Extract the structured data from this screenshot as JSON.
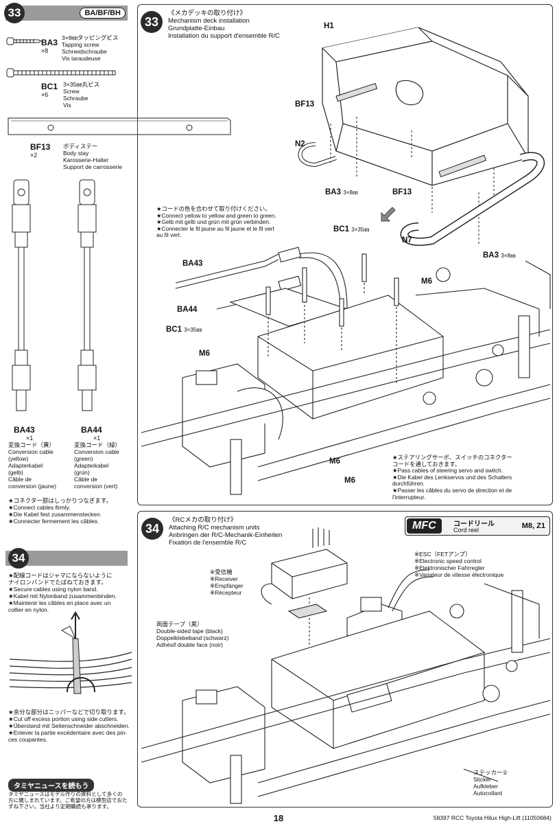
{
  "left": {
    "step33": {
      "number": "33",
      "chip": "BA/BF/BH"
    },
    "parts": [
      {
        "code": "BA3",
        "qty": "×8",
        "desc": "3×8㎜タッピングビス\nTapping screw\nSchneidschraube\nVis taraudeuse"
      },
      {
        "code": "BC1",
        "qty": "×6",
        "desc": "3×35㎜丸ビス\nScrew\nSchraube\nVis"
      },
      {
        "code": "BF13",
        "qty": "×2",
        "desc": "ボディステー\nBody stay\nKarosserie-Halter\nSupport de carrosserie"
      }
    ],
    "cables": [
      {
        "code": "BA43",
        "qty": "×1",
        "desc": "変換コード（黄）\nConversion cable\n(yellow)\nAdapterkabel\n(gelb)\nCâble de\nconversion (jaune)"
      },
      {
        "code": "BA44",
        "qty": "×1",
        "desc": "変換コード（緑）\nConversion cable\n(green)\nAdapterkabel\n(grün)\nCâble de\nconversion (vert)"
      }
    ],
    "connector_note": "★コネクター部はしっかりつなぎます。\n★Connect cables firmly.\n★Die Kabel fest zusammenstecken.\n★Connecter fermement les câbles.",
    "step34": {
      "number": "34"
    },
    "nylon_note": "★配線コードはジャマにならないように\nナイロンバンドでたばねておきます。\n★Secure cables using nylon band.\n★Kabel mit Nylonband zusammenbinden.\n★Maintenir les câbles en place avec un\ncollier en nylon.",
    "cut_note": "★余分な部分はニッパーなどで切り取ります。\n★Cut off excess portion using side cutters.\n★Überstand mit Seitenschneider abschneiden.\n★Enlever la partie excédentaire avec des pin-\nces coupantes.",
    "news": {
      "badge": "タミヤニュースを読もう",
      "text": "タミヤニュースはモデル作りの資料として多くの\n方に親しまれています。ご希望の方は模型店でおた\nずね下さい。当社より定期購読も承ります。"
    }
  },
  "step33": {
    "number": "33",
    "title": "《メカデッキの取り付け》\nMechanism deck installation\nGrundplatte-Einbau\nInstallation du support d'ensemble R/C",
    "labels": {
      "h1": "H1",
      "bf13_a": "BF13",
      "n2": "N2",
      "ba3_a": "BA3",
      "ba3_a_size": "3×8㎜",
      "bf13_b": "BF13",
      "n7": "N7",
      "ba3_b": "BA3",
      "ba3_b_size": "3×8㎜",
      "bc1_top": "BC1",
      "bc1_top_size": "3×35㎜",
      "ba43": "BA43",
      "ba44": "BA44",
      "bc1_left": "BC1",
      "bc1_left_size": "3×35㎜",
      "m6_a": "M6",
      "m6_b": "M6",
      "m6_c": "M6",
      "m6_d": "M6"
    },
    "color_note": "★コードの色を合わせて取り付けください。\n★Connect yellow to yellow and green to green.\n★Gelb mit gelb und grün mit grün verbinden.\n★Connecter le fil jaune au fil jaune et le fil vert\nau fil vert.",
    "servo_note": "★ステアリングサーボ、スイッチのコネクター\nコードを通しておきます。\n★Pass cables of steering servo and switch.\n★Die Kabel des Lenkservos und des Schalters\ndurchführen.\n★Passer les câbles du servo de direction et de\nl'interrupteur."
  },
  "step34": {
    "number": "34",
    "title": "《RCメカの取り付け》\nAttaching R/C mechanism units\nAnbringen der R/C-Mechanik-Einheiten\nFixation de l'ensemble R/C",
    "mfc": {
      "badge": "MFC",
      "jp": "コードリール",
      "en": "Cord reel",
      "parts": "M8, Z1"
    },
    "esc": "※ESC（FETアンプ）\n※Electronic speed control\n※Elektronischer Fahrregler\n※Variateur de vitesse électronique",
    "receiver": "※受信機\n※Receiver\n※Empfänger\n※Récepteur",
    "tape": "両面テープ（黒）\nDouble-sided tape (black)\nDoppelklebeband (schwarz)\nAdhésif double face (noir)",
    "sticker": "ステッカー①\nSticker\nAufkleber\nAutocollant"
  },
  "footer": {
    "page": "18",
    "ref": "58397 RCC Toyota Hilux High-Lift (11050684)"
  }
}
